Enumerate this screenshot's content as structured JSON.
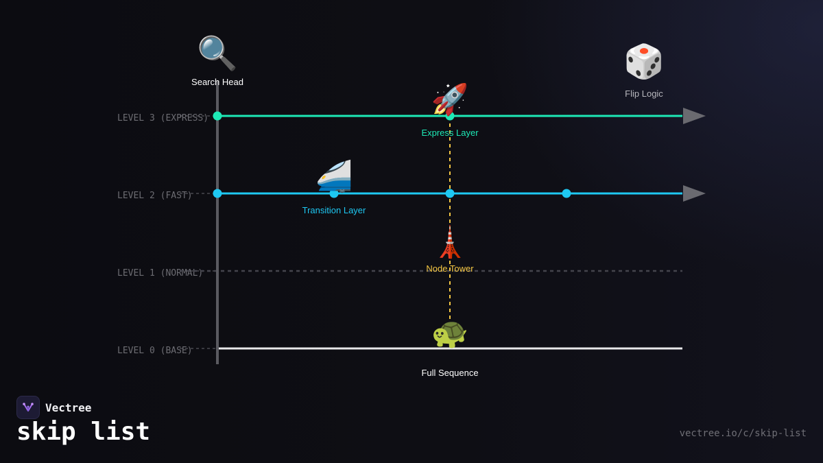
{
  "diagram": {
    "search_head": {
      "icon": "🔍",
      "icon_name": "magnifier-icon",
      "label": "Search Head"
    },
    "flip_logic": {
      "icon": "🎲",
      "icon_name": "dice-icon",
      "label": "Flip Logic"
    },
    "levels": [
      {
        "label": "LEVEL 3 (EXPRESS)",
        "color": "#1de9b6",
        "style": "solid",
        "arrow": true,
        "nodes": [
          0,
          2
        ]
      },
      {
        "label": "LEVEL 2 (FAST)",
        "color": "#1ec8f2",
        "style": "solid",
        "arrow": true,
        "nodes": [
          0,
          1,
          2,
          3
        ]
      },
      {
        "label": "LEVEL 1 (NORMAL)",
        "color": "#44444c",
        "style": "dashed",
        "arrow": false,
        "nodes": []
      },
      {
        "label": "LEVEL 0 (BASE)",
        "color": "#e8e8ea",
        "style": "solid",
        "arrow": false,
        "nodes": []
      }
    ],
    "layer_annotations": [
      {
        "icon": "🚀",
        "icon_name": "rocket-icon",
        "label": "Express Layer",
        "color": "#1de9b6"
      },
      {
        "icon": "🚄",
        "icon_name": "bullet-train-icon",
        "label": "Transition Layer",
        "color": "#1ec8f2"
      },
      {
        "icon": "🗼",
        "icon_name": "tower-icon",
        "label": "Node Tower",
        "color": "#f6c844"
      },
      {
        "icon": "🐢",
        "icon_name": "turtle-icon",
        "label": "Full Sequence",
        "color": "#ffffff"
      }
    ],
    "tower_color": "#f6c844",
    "axis_color": "#5a5a60",
    "arrow_color": "#6a6a70"
  },
  "footer": {
    "brand": "Vectree",
    "title": "skip list",
    "url": "vectree.io/c/skip-list"
  }
}
